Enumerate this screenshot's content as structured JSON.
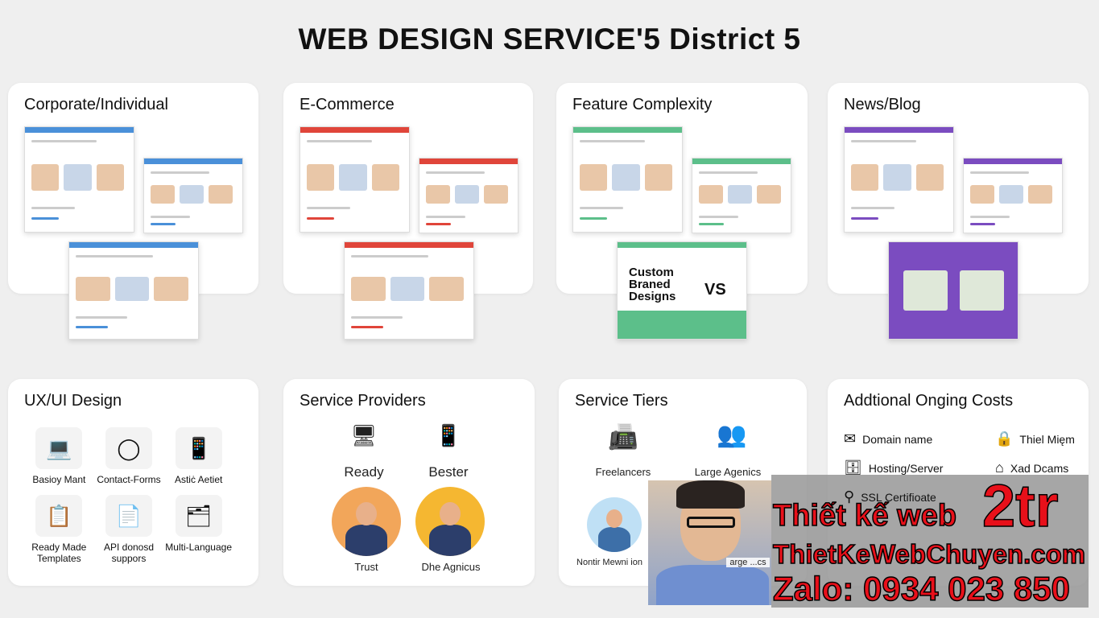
{
  "title": "WEB DESIGN SERVICE'5 District 5",
  "top_cards": [
    {
      "title": "Corporate/Individual",
      "accent": "#4a90d9"
    },
    {
      "title": "E-Commerce",
      "accent": "#e0453a"
    },
    {
      "title": "Feature Complexity",
      "accent": "#5cbf8a",
      "mockup_text": "Custom Braned Designs",
      "vs": "VS"
    },
    {
      "title": "News/Blog",
      "accent": "#7b4cc0"
    }
  ],
  "uxui": {
    "title": "UX/UI Design",
    "items": [
      {
        "label": "Basioy Mant",
        "icon": "laptop-icon",
        "glyph": "💻"
      },
      {
        "label": "Contact-Forms",
        "icon": "circle-icon",
        "glyph": "◯"
      },
      {
        "label": "Astiċ Aetiet",
        "icon": "tablet-icon",
        "glyph": "📱"
      },
      {
        "label": "Ready Made Templates",
        "icon": "templates-icon",
        "glyph": "📋"
      },
      {
        "label": "API donosd suppors",
        "icon": "document-icon",
        "glyph": "📄"
      },
      {
        "label": "Multi-Language",
        "icon": "devices-icon",
        "glyph": "🗂"
      }
    ]
  },
  "providers": {
    "title": "Service Providers",
    "items": [
      "Ready",
      "Bester",
      "Trust",
      "Dhe Agnicus"
    ]
  },
  "tiers": {
    "title": "Service Tiers",
    "items": [
      "Freelancers",
      "Large Agenics",
      "Nontir Mewni ion",
      "arge ...cs"
    ]
  },
  "costs": {
    "title": "Addtional Onging Costs",
    "items": [
      {
        "label": "Domain name",
        "glyph": "✉"
      },
      {
        "label": "Thiel Mięm",
        "glyph": "🔒"
      },
      {
        "label": "Hosting/Server",
        "glyph": "🗄"
      },
      {
        "label": "Xad Dcams",
        "glyph": "⌂"
      },
      {
        "label": "SSL Certifioate",
        "glyph": "⚲"
      }
    ]
  },
  "promo": {
    "line1": "Thiết kế web",
    "price": "2tr",
    "site": "ThietKeWebChuyen.com",
    "zalo": "Zalo: 0934 023 850"
  }
}
